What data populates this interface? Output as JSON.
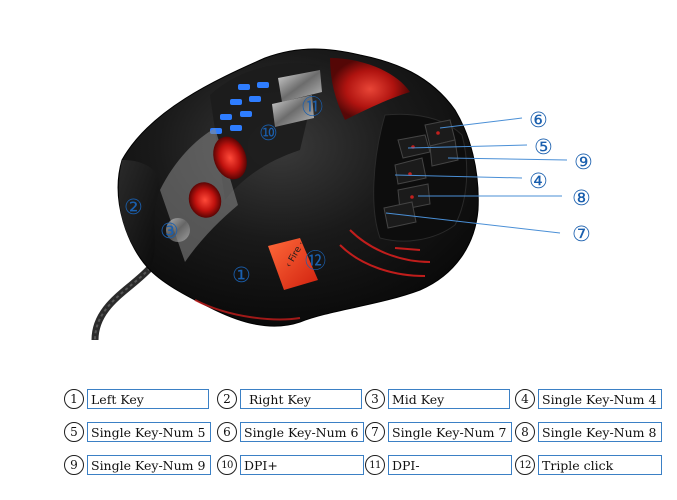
{
  "callouts": [
    {
      "num": "①"
    },
    {
      "num": "②"
    },
    {
      "num": "③"
    },
    {
      "num": "④"
    },
    {
      "num": "⑤"
    },
    {
      "num": "⑥"
    },
    {
      "num": "⑦"
    },
    {
      "num": "⑧"
    },
    {
      "num": "⑨"
    },
    {
      "num": "⑩"
    },
    {
      "num": "⑪"
    },
    {
      "num": "⑫"
    }
  ],
  "fire_button_label": "‹ Fire ·",
  "legend": [
    {
      "num": "1",
      "label": "Left Key"
    },
    {
      "num": "2",
      "label": "Right Key"
    },
    {
      "num": "3",
      "label": "Mid Key"
    },
    {
      "num": "4",
      "label": "Single Key-Num 4"
    },
    {
      "num": "5",
      "label": "Single Key-Num 5"
    },
    {
      "num": "6",
      "label": "Single Key-Num 6"
    },
    {
      "num": "7",
      "label": "Single Key-Num 7"
    },
    {
      "num": "8",
      "label": "Single Key-Num 8"
    },
    {
      "num": "9",
      "label": "Single Key-Num 9"
    },
    {
      "num": "10",
      "label": "DPI+"
    },
    {
      "num": "11",
      "label": "DPI-"
    },
    {
      "num": "12",
      "label": "Triple click"
    }
  ],
  "colors": {
    "callout_blue": "#1a5fae",
    "legend_border": "#3b80c5",
    "mouse_body": "#121212",
    "accent_red": "#e0201e",
    "led_blue": "#2e7dff"
  }
}
